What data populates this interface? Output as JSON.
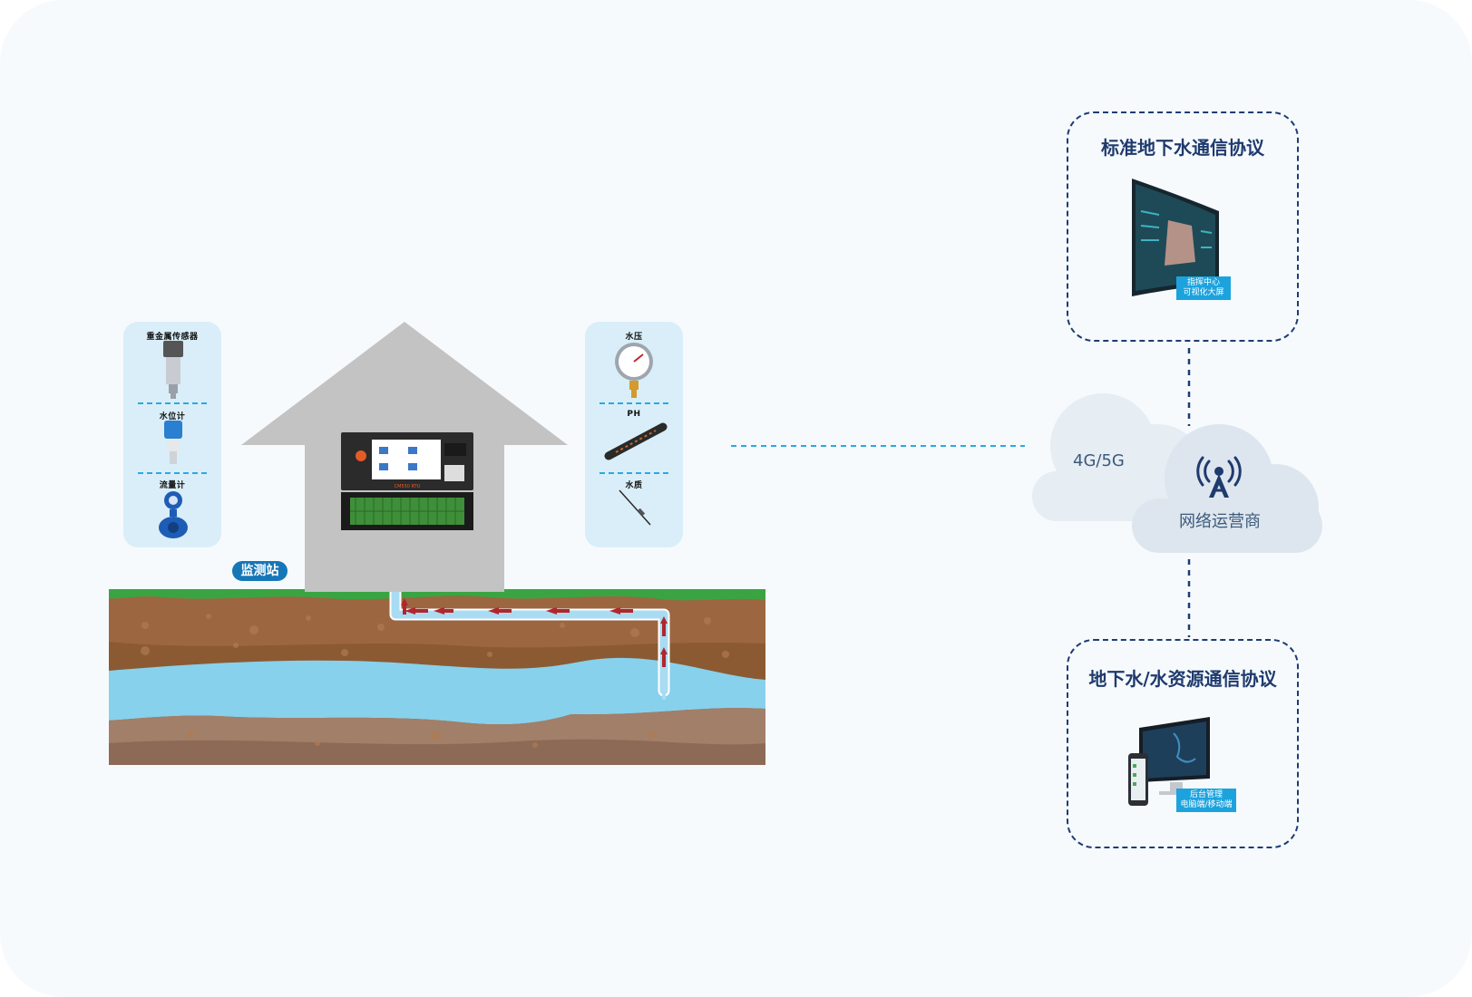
{
  "station": {
    "label": "监测站"
  },
  "left_panel": {
    "items": [
      {
        "label": "重金属传感器",
        "icon": "pressure-transmitter-icon"
      },
      {
        "label": "水位计",
        "icon": "level-meter-icon"
      },
      {
        "label": "流量计",
        "icon": "flow-meter-icon"
      }
    ]
  },
  "right_panel": {
    "items": [
      {
        "label": "水压",
        "icon": "pressure-gauge-icon"
      },
      {
        "label": "PH",
        "icon": "ph-probe-icon"
      },
      {
        "label": "水质",
        "icon": "water-quality-probe-icon"
      }
    ]
  },
  "rtu": {
    "model": "CM550 RTU"
  },
  "cloud": {
    "network_label": "4G/5G",
    "operator_label": "网络运营商"
  },
  "protocols": {
    "top": {
      "title": "标准地下水通信协议",
      "tag_line1": "指挥中心",
      "tag_line2": "可视化大屏"
    },
    "bottom": {
      "title": "地下水/水资源通信协议",
      "tag_line1": "后台管理",
      "tag_line2": "电脑端/移动端"
    }
  },
  "colors": {
    "panel_bg": "#d9eef8",
    "house": "#c3c3c3",
    "grass": "#3aa443",
    "soil_top": "#9c6640",
    "soil_mid": "#8b5a33",
    "water": "#87d1ec",
    "soil_bottom": "#a27f68",
    "pipe": "#a9dcf2",
    "arrow": "#b1262d",
    "link": "#2aa9e4",
    "protocol_border": "#1e3c72",
    "accent": "#1ca3de"
  }
}
